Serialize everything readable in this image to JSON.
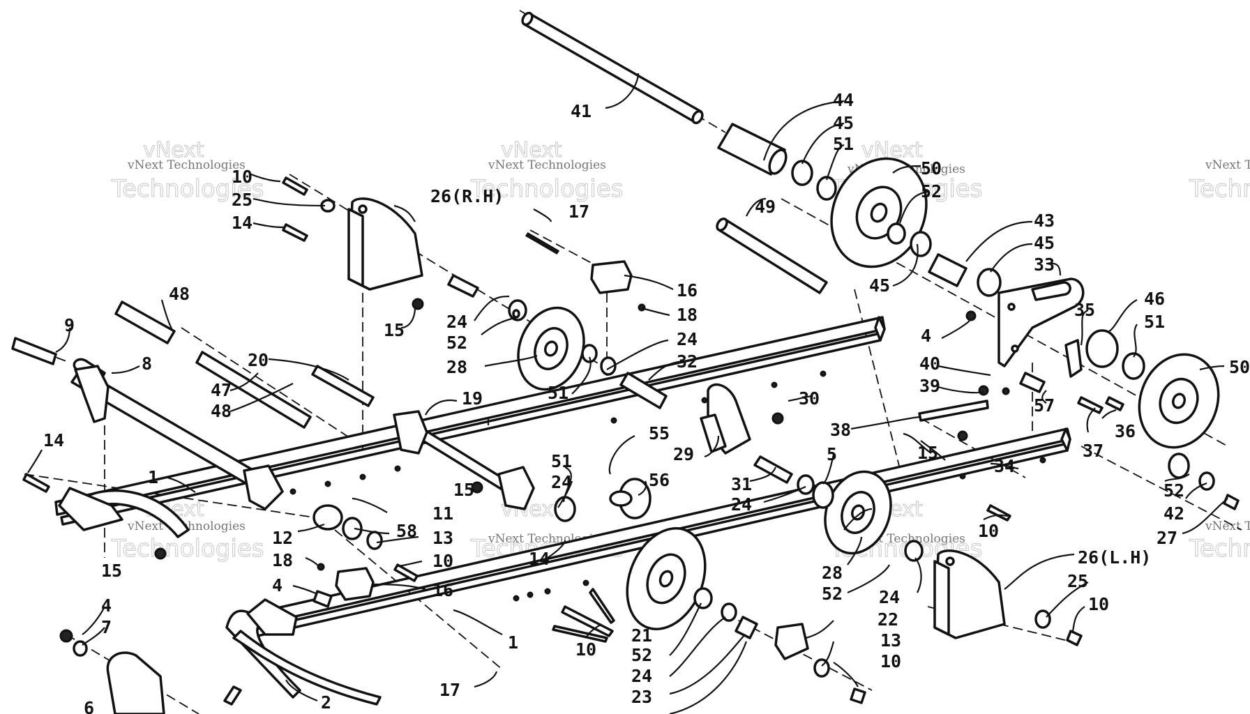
{
  "diagram": {
    "watermark": {
      "brand": "vNext Technologies",
      "line1": "vNext",
      "line2": "Technologies"
    },
    "callouts": [
      {
        "id": "c41",
        "label": "41"
      },
      {
        "id": "c44",
        "label": "44"
      },
      {
        "id": "c45a",
        "label": "45"
      },
      {
        "id": "c51a",
        "label": "51"
      },
      {
        "id": "c50a",
        "label": "50"
      },
      {
        "id": "c52a",
        "label": "52"
      },
      {
        "id": "c43",
        "label": "43"
      },
      {
        "id": "c45b",
        "label": "45"
      },
      {
        "id": "c33",
        "label": "33"
      },
      {
        "id": "c45c",
        "label": "45"
      },
      {
        "id": "c49",
        "label": "49"
      },
      {
        "id": "c10a",
        "label": "10"
      },
      {
        "id": "c25a",
        "label": "25"
      },
      {
        "id": "c14a",
        "label": "14"
      },
      {
        "id": "c26rh",
        "label": "26(R.H)"
      },
      {
        "id": "c17a",
        "label": "17"
      },
      {
        "id": "c16a",
        "label": "16"
      },
      {
        "id": "c18a",
        "label": "18"
      },
      {
        "id": "c24a",
        "label": "24"
      },
      {
        "id": "c32",
        "label": "32"
      },
      {
        "id": "c15a",
        "label": "15"
      },
      {
        "id": "c24b",
        "label": "24"
      },
      {
        "id": "c52b",
        "label": "52"
      },
      {
        "id": "c28a",
        "label": "28"
      },
      {
        "id": "c51b",
        "label": "51"
      },
      {
        "id": "c48a",
        "label": "48"
      },
      {
        "id": "c9",
        "label": "9"
      },
      {
        "id": "c8",
        "label": "8"
      },
      {
        "id": "c20",
        "label": "20"
      },
      {
        "id": "c47",
        "label": "47"
      },
      {
        "id": "c48b",
        "label": "48"
      },
      {
        "id": "c19",
        "label": "19"
      },
      {
        "id": "c4a",
        "label": "4"
      },
      {
        "id": "c40",
        "label": "40"
      },
      {
        "id": "c39",
        "label": "39"
      },
      {
        "id": "c35",
        "label": "35"
      },
      {
        "id": "c46",
        "label": "46"
      },
      {
        "id": "c51c",
        "label": "51"
      },
      {
        "id": "c50b",
        "label": "50"
      },
      {
        "id": "c57",
        "label": "57"
      },
      {
        "id": "c36",
        "label": "36"
      },
      {
        "id": "c37",
        "label": "37"
      },
      {
        "id": "c30",
        "label": "30"
      },
      {
        "id": "c38",
        "label": "38"
      },
      {
        "id": "c14b",
        "label": "14"
      },
      {
        "id": "c1a",
        "label": "1"
      },
      {
        "id": "c55",
        "label": "55"
      },
      {
        "id": "c56",
        "label": "56"
      },
      {
        "id": "c29",
        "label": "29"
      },
      {
        "id": "c5",
        "label": "5"
      },
      {
        "id": "c15b",
        "label": "15"
      },
      {
        "id": "c34",
        "label": "34"
      },
      {
        "id": "c15c",
        "label": "15"
      },
      {
        "id": "c51d",
        "label": "51"
      },
      {
        "id": "c24c",
        "label": "24"
      },
      {
        "id": "c31",
        "label": "31"
      },
      {
        "id": "c24d",
        "label": "24"
      },
      {
        "id": "c52c",
        "label": "52"
      },
      {
        "id": "c42",
        "label": "42"
      },
      {
        "id": "c27",
        "label": "27"
      },
      {
        "id": "c10b",
        "label": "10"
      },
      {
        "id": "c11",
        "label": "11"
      },
      {
        "id": "c12",
        "label": "12"
      },
      {
        "id": "c58",
        "label": "58"
      },
      {
        "id": "c13a",
        "label": "13"
      },
      {
        "id": "c10c",
        "label": "10"
      },
      {
        "id": "c14c",
        "label": "14"
      },
      {
        "id": "c15d",
        "label": "15"
      },
      {
        "id": "c18b",
        "label": "18"
      },
      {
        "id": "c4b",
        "label": "4"
      },
      {
        "id": "c16b",
        "label": "16"
      },
      {
        "id": "c28b",
        "label": "28"
      },
      {
        "id": "c52d",
        "label": "52"
      },
      {
        "id": "c24e",
        "label": "24"
      },
      {
        "id": "c26lh",
        "label": "26(L.H)"
      },
      {
        "id": "c25b",
        "label": "25"
      },
      {
        "id": "c10d",
        "label": "10"
      },
      {
        "id": "c4c",
        "label": "4"
      },
      {
        "id": "c7",
        "label": "7"
      },
      {
        "id": "c1b",
        "label": "1"
      },
      {
        "id": "c10e",
        "label": "10"
      },
      {
        "id": "c21",
        "label": "21"
      },
      {
        "id": "c52e",
        "label": "52"
      },
      {
        "id": "c24f",
        "label": "24"
      },
      {
        "id": "c23",
        "label": "23"
      },
      {
        "id": "c22",
        "label": "22"
      },
      {
        "id": "c13b",
        "label": "13"
      },
      {
        "id": "c10f",
        "label": "10"
      },
      {
        "id": "c17b",
        "label": "17"
      },
      {
        "id": "c2",
        "label": "2"
      },
      {
        "id": "c6",
        "label": "6"
      }
    ]
  }
}
